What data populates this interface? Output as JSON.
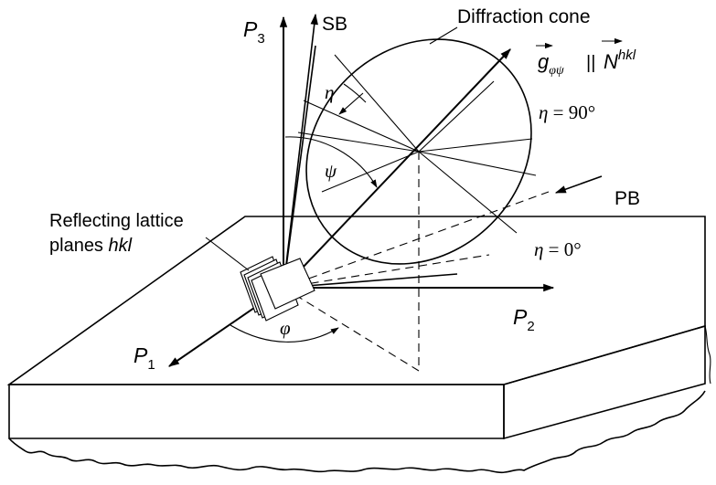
{
  "labels": {
    "p3_main": "P",
    "p3_sub": "3",
    "p2_main": "P",
    "p2_sub": "2",
    "p1_main": "P",
    "p1_sub": "1",
    "sb": "SB",
    "pb": "PB",
    "diffraction_cone": "Diffraction cone",
    "reflecting_line1": "Reflecting lattice",
    "reflecting_line2_text": "planes ",
    "reflecting_line2_hkl": "hkl",
    "eta": "η",
    "psi": "ψ",
    "phi": "φ",
    "eta_90_symbol": "η",
    "eta_90_value": " = 90°",
    "eta_0_symbol": "η",
    "eta_0_value": " = 0°",
    "vector_g": "g",
    "vector_g_sub": "φψ",
    "vector_parallel": "||",
    "vector_n": "N",
    "vector_n_sup": "hkl"
  }
}
